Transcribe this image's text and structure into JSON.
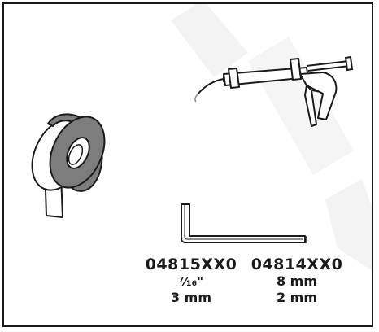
{
  "colors": {
    "line": "#1a1a1a",
    "watermark": "#f2f2f2",
    "tape": "#7d7d7d"
  },
  "illustrations": [
    "ptfe-tape-roll",
    "caulking-gun",
    "allen-hex-key"
  ],
  "specs": [
    {
      "code": "04815XX0",
      "size_imperial": "⁷⁄₁₆\"",
      "size_metric": "3 mm"
    },
    {
      "code": "04814XX0",
      "size_imperial": "8 mm",
      "size_metric": "2 mm"
    }
  ]
}
